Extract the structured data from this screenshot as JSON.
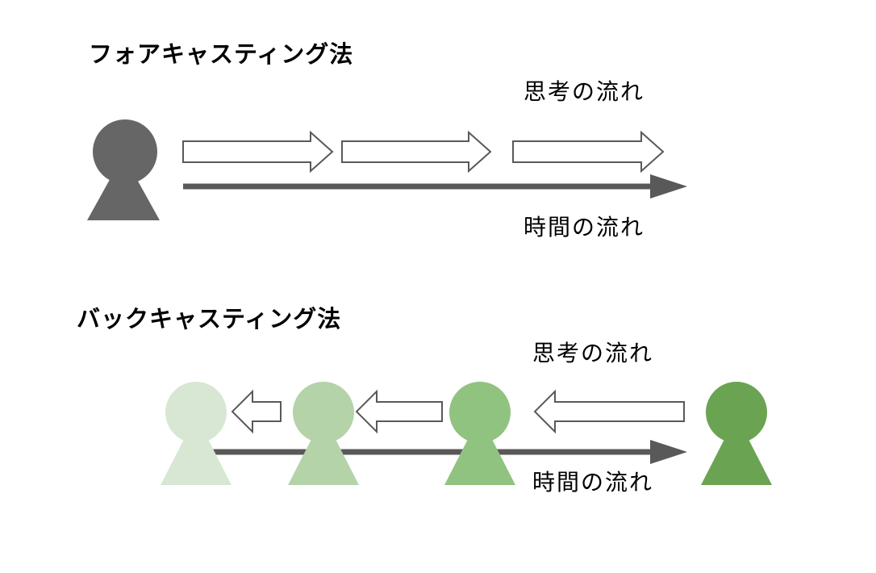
{
  "page": {
    "background": "#ffffff"
  },
  "colors": {
    "text": "#000000",
    "outline_arrow_fill": "#ffffff",
    "outline_arrow_stroke": "#595959",
    "timeline_arrow": "#595959"
  },
  "forecasting": {
    "title": "フォアキャスティング法",
    "thinking_label": "思考の流れ",
    "time_label": "時間の流れ",
    "person_color": "#666666",
    "thought_arrow_direction": "right",
    "thought_arrow_count": 3,
    "time_arrow_direction": "right"
  },
  "backcasting": {
    "title": "バックキャスティング法",
    "thinking_label": "思考の流れ",
    "time_label": "時間の流れ",
    "persons": [
      {
        "color": "#d8e7d3"
      },
      {
        "color": "#b4d3a9"
      },
      {
        "color": "#90c37f"
      },
      {
        "color": "#6aa452"
      }
    ],
    "thought_arrow_direction": "left",
    "thought_arrow_count": 3,
    "time_arrow_direction": "right"
  }
}
